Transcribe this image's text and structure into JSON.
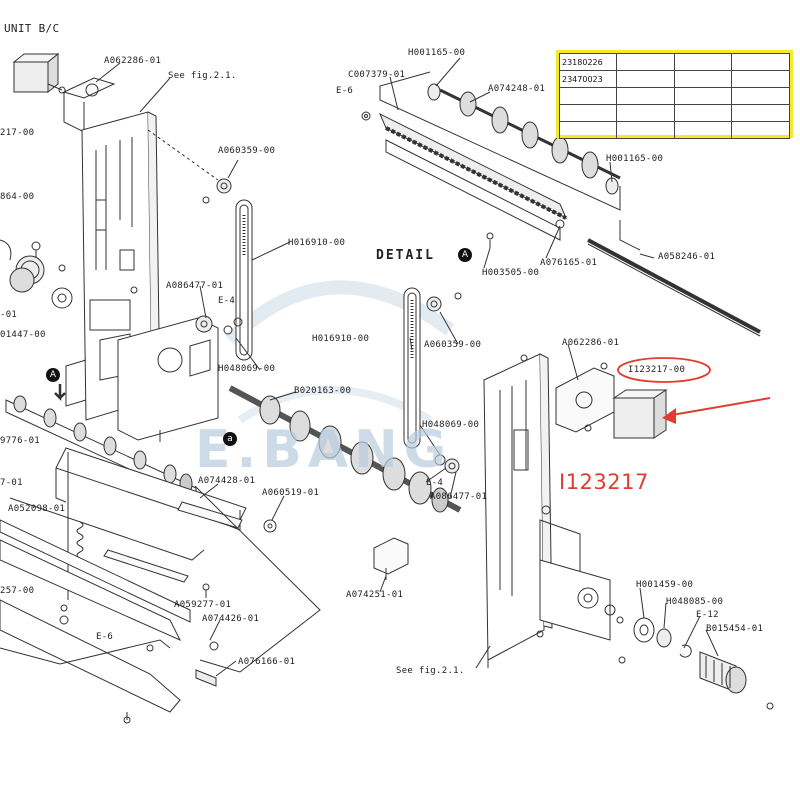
{
  "header": {
    "unit_title": "UNIT B/C"
  },
  "detail": {
    "title": "DETAIL",
    "marker": "A",
    "marker_small": "a",
    "marker_a": "A"
  },
  "part_highlight": {
    "label": "I123217",
    "color": "#e23c2f"
  },
  "watermark": {
    "text": "E.BANG"
  },
  "table": {
    "rows": [
      [
        "23180226",
        "",
        "",
        ""
      ],
      [
        "23470023",
        "",
        "",
        ""
      ],
      [
        "",
        "",
        "",
        ""
      ],
      [
        "",
        "",
        "",
        ""
      ],
      [
        "",
        "",
        "",
        ""
      ]
    ],
    "border_color": "#f2ea2b"
  },
  "labels": {
    "l01": "A062286-01",
    "l02": "See fig.2.1.",
    "l03": "217-00",
    "l04": "864-00",
    "l05": "A060359-00",
    "l06": "H016910-00",
    "l07": "A086477-01",
    "l08": "E-4",
    "l09": "H048069-00",
    "l10": "01447-00",
    "l11": "-01",
    "l12": "B020163-00",
    "l13": "9776-01",
    "l14": "7-01",
    "l15": "A074428-01",
    "l16": "A060519-01",
    "l17": "A052098-01",
    "l18": "A059277-01",
    "l19": "257-00",
    "l20": "A074426-01",
    "l21": "E-6",
    "l22": "A076166-01",
    "l23": "H001165-00",
    "l24": "C007379-01",
    "l25": "E-6",
    "l26": "A074248-01",
    "l27": "H001165-00",
    "l28": "A076165-01",
    "l29": "H003505-00",
    "l30": "A058246-01",
    "l31": "H016910-00",
    "l32": "A060359-00",
    "l33": "A062286-01",
    "l34": "I123217-00",
    "l35": "H048069-00",
    "l36": "E-4",
    "l37": "A086477-01",
    "l38": "A074251-01",
    "l39": "H001459-00",
    "l40": "H048085-00",
    "l41": "E-12",
    "l42": "B015454-01",
    "l43": "See fig.2.1."
  }
}
